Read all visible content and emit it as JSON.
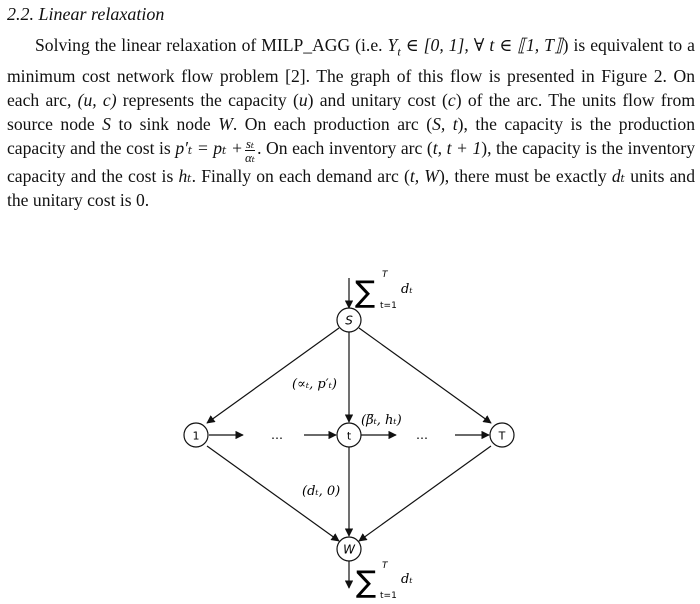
{
  "section": {
    "number": "2.2.",
    "title": "Linear relaxation"
  },
  "paragraph": {
    "s1": "Solving the linear relaxation of MILP_AGG (i.e. ",
    "s1_math": "Y",
    "s1_sub": "t",
    "s1_math2": " ∈ [0, 1], ∀ t ∈ ⟦1, T⟧",
    "s1_end": ") is equivalent to a minimum cost network flow problem [2]. The graph of this flow is presented in Figure 2. On each arc, ",
    "uc": "(u, c)",
    "s2": " represents the capacity (",
    "u": "u",
    "s3": ") and unitary cost (",
    "c": "c",
    "s4": ") of the arc. The units flow from source node ",
    "S": "S",
    "s5": " to sink node ",
    "W": "W",
    "s6": ". On each production arc (",
    "St": "S, t",
    "s7": "), the capacity is the production capacity and the cost is ",
    "pcost": "p′ₜ = pₜ +",
    "frac_num": "sₜ",
    "frac_den": "αₜ",
    "s8": ". On each inventory arc (",
    "tt1": "t, t + 1",
    "s9": "), the capacity is the inventory capacity and the cost is ",
    "ht": "hₜ",
    "s10": ". Finally on each demand arc (",
    "tW": "t, W",
    "s11": "), there must be exactly ",
    "dt": "dₜ",
    "s12": " units and the unitary cost is 0."
  },
  "diagram": {
    "node_S": "S",
    "node_1": "1",
    "node_t": "t",
    "node_T": "T",
    "node_W": "W",
    "dots_left": "…",
    "dots_right": "…",
    "sum_symbol": "∑",
    "sum_upper": "T",
    "sum_lower": "t=1",
    "sum_term": "dₜ",
    "label_production": "(∝ₜ, p′ₜ)",
    "label_inventory": "(β̅ₜ, hₜ)",
    "label_demand": "(dₜ, 0)"
  }
}
